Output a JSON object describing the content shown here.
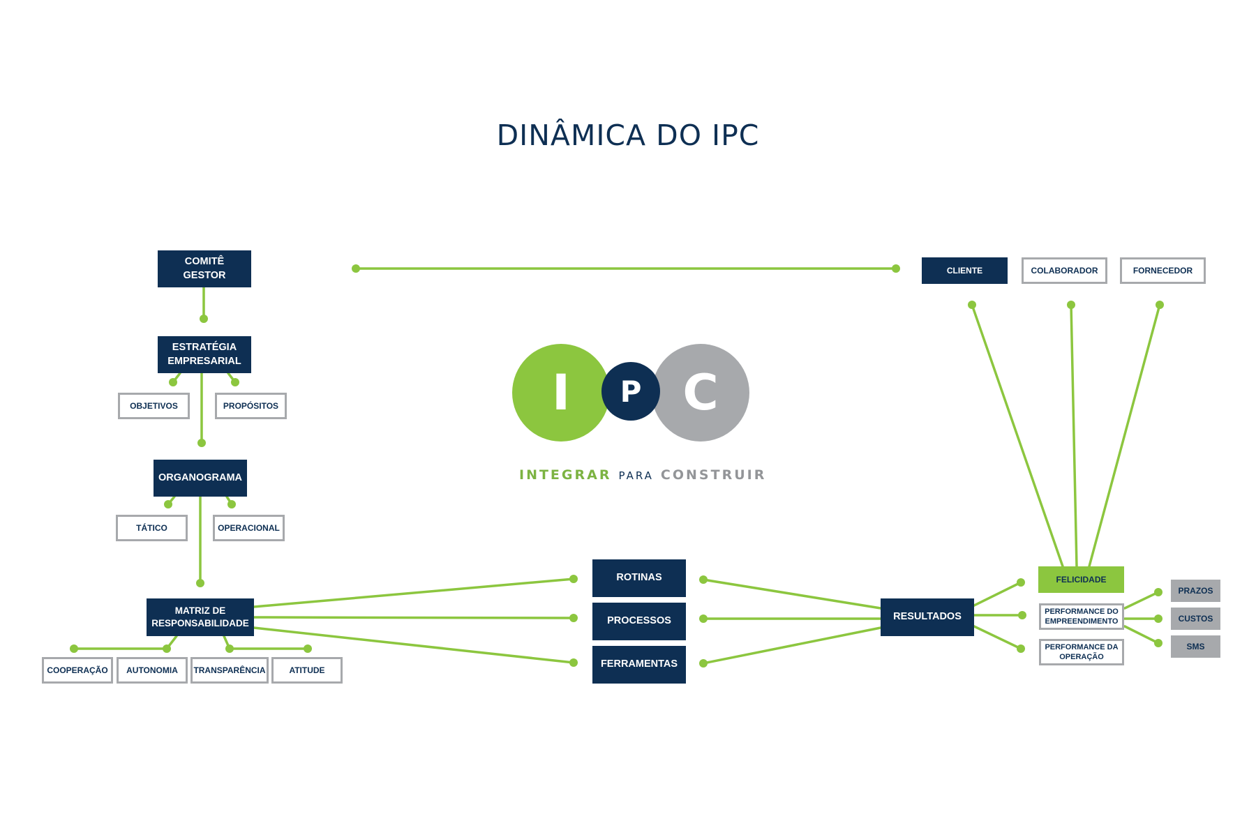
{
  "title": "DINÂMICA DO IPC",
  "colors": {
    "navy": "#0e2f53",
    "green": "#8cc63f",
    "grey": "#a7a9ac",
    "outline": "#a7a9ac"
  },
  "logo": {
    "letters": [
      "I",
      "P",
      "C"
    ],
    "tagline": {
      "part1": "INTEGRAR",
      "part2": "PARA",
      "part3": "CONSTRUIR"
    }
  },
  "nodes": {
    "comite": "COMITÊ\nGESTOR",
    "estrategia": "ESTRATÉGIA\nEMPRESARIAL",
    "objetivos": "OBJETIVOS",
    "propositos": "PROPÓSITOS",
    "organograma": "ORGANOGRAMA",
    "tatico": "TÁTICO",
    "operacional": "OPERACIONAL",
    "matriz": "MATRIZ DE\nRESPONSABILIDADE",
    "cooperacao": "COOPERAÇÃO",
    "autonomia": "AUTONOMIA",
    "transparencia": "TRANSPARÊNCIA",
    "atitude": "ATITUDE",
    "rotinas": "ROTINAS",
    "processos": "PROCESSOS",
    "ferramentas": "FERRAMENTAS",
    "resultados": "RESULTADOS",
    "cliente": "CLIENTE",
    "colaborador": "COLABORADOR",
    "fornecedor": "FORNECEDOR",
    "felicidade": "FELICIDADE",
    "perf_empreendimento": "PERFORMANCE DO\nEMPREENDIMENTO",
    "perf_operacao": "PERFORMANCE DA\nOPERAÇÃO",
    "prazos": "PRAZOS",
    "custos": "CUSTOS",
    "sms": "SMS"
  }
}
